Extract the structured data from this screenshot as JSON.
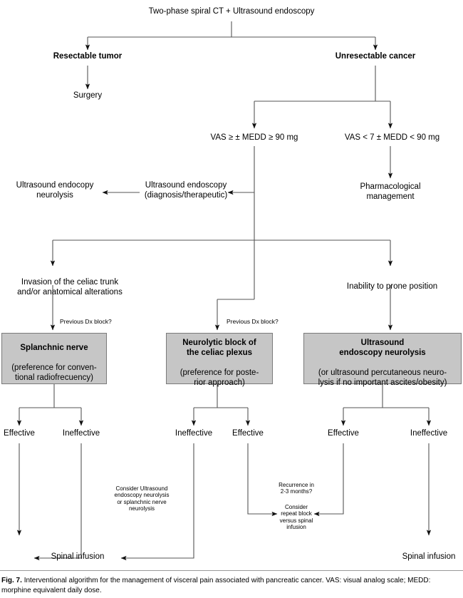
{
  "figure": {
    "number": "Fig. 7.",
    "caption": "Interventional algorithm for the management of visceral pain associated with pancreatic cancer. VAS: visual analog scale; MEDD: morphine equivalent daily dose."
  },
  "nodes": {
    "root": "Two-phase spiral CT + Ultrasound endoscopy",
    "resectable": "Resectable tumor",
    "unresectable": "Unresectable cancer",
    "surgery": "Surgery",
    "vas_high": "VAS ≥ ± MEDD ≥ 90 mg",
    "vas_low": "VAS < 7 ± MEDD < 90 mg",
    "us_endoscopy_dx": "Ultrasound endoscopy\n(diagnosis/therapeutic)",
    "us_endocopy_neurolysis": "Ultrasound endocopy\nneurolysis",
    "pharmacological": "Pharmacological\nmanagement",
    "invasion": "Invasion of the celiac trunk\nand/or anatomical alterations",
    "inability_prone": "Inability to prone position",
    "prev_dx_left": "Previous Dx block?",
    "prev_dx_mid": "Previous Dx block?",
    "consider_us": "Consider Ultrasound\nendoscopy neurolysis\nor splanchnic nerve\nneurolysis",
    "recurrence": "Recurrence in\n2-3 months?",
    "consider_repeat": "Consider\nrepeat block\nversus spinal\ninfusion"
  },
  "boxes": {
    "splanchnic": {
      "head": "Splanchnic nerve",
      "body": "(preference for conven-\ntional radiofrecuency)"
    },
    "neurolytic": {
      "head": "Neurolytic block of\nthe celiac plexus",
      "body": "(preference for poste-\nrior approach)"
    },
    "us_neurolysis": {
      "head": "Ultrasound\nendoscopy neurolysis",
      "body": "(or ultrasound percutaneous neuro-\nlysis if no important ascites/obesity)"
    }
  },
  "outcomes": {
    "splanchnic_effective": "Effective",
    "splanchnic_ineffective": "Ineffective",
    "neurolytic_ineffective": "Ineffective",
    "neurolytic_effective": "Effective",
    "us_effective": "Effective",
    "us_ineffective": "Ineffective"
  },
  "terminals": {
    "spinal_left": "Spinal infusion",
    "spinal_right": "Spinal infusion"
  },
  "colors": {
    "box_fill": "#c6c6c6",
    "box_border": "#7a7a7a",
    "line": "#3a3a3a",
    "text": "#000000"
  }
}
